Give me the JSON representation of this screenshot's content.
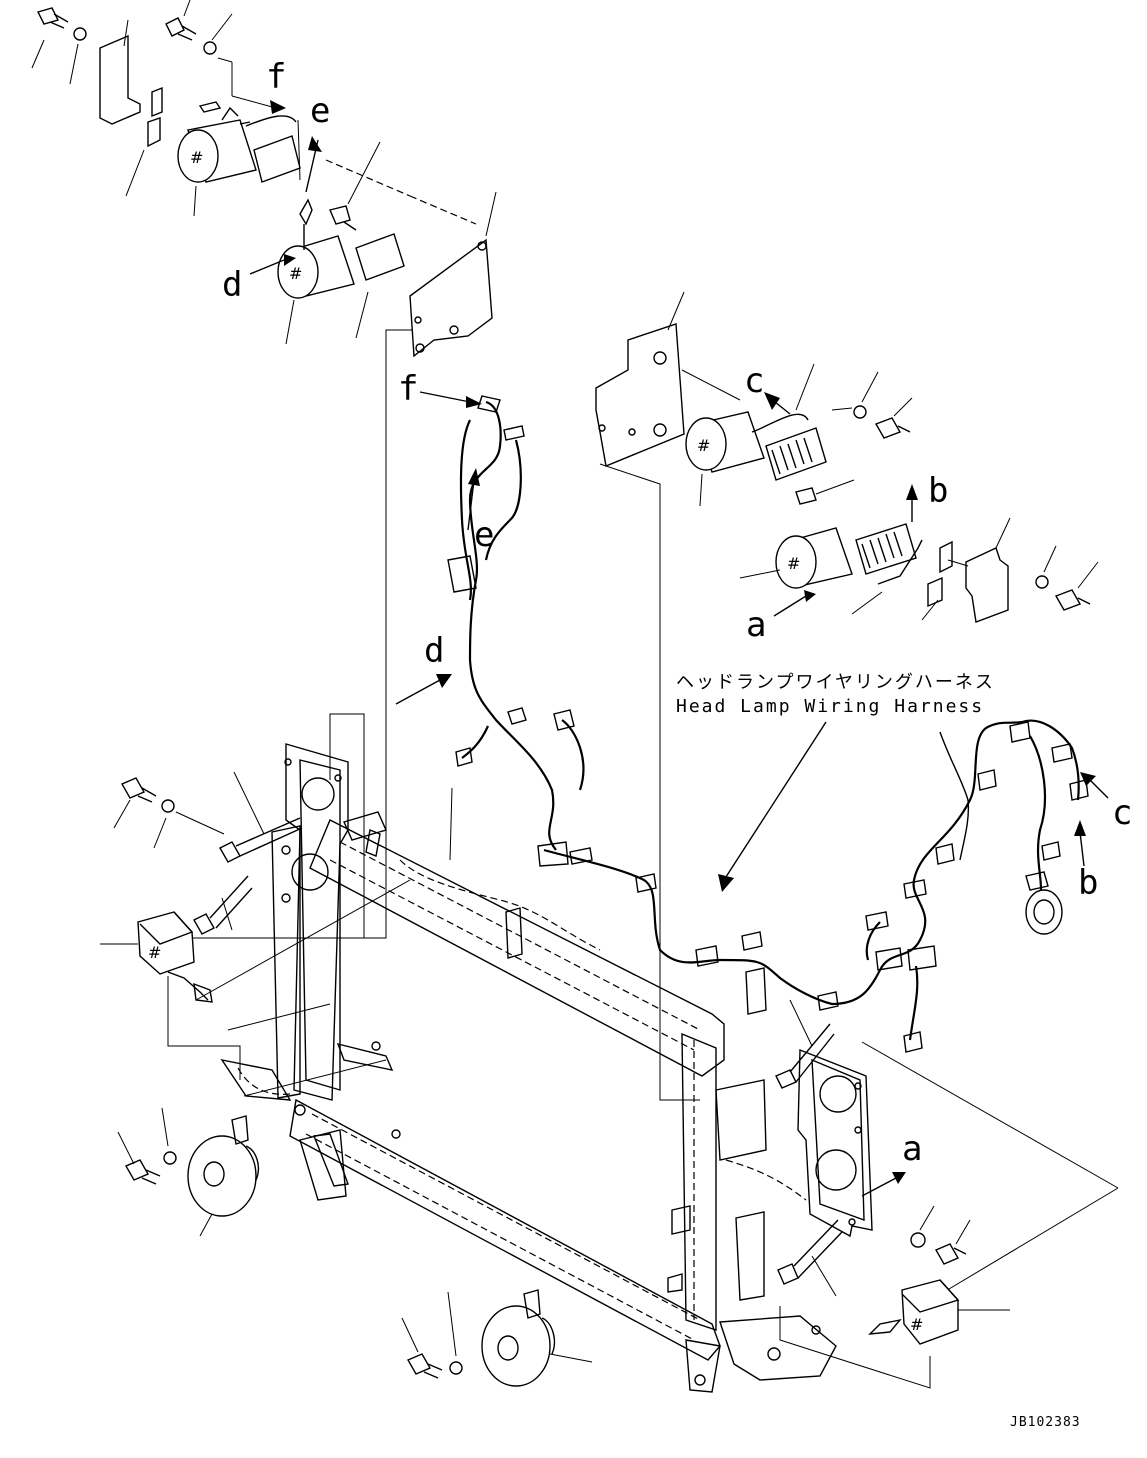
{
  "callouts": {
    "a1": "a",
    "a2": "a",
    "b1": "b",
    "b2": "b",
    "c1": "c",
    "c2": "c",
    "d1": "d",
    "d2": "d",
    "e1": "e",
    "e2": "e",
    "f1": "f",
    "f2": "f"
  },
  "harness_label": {
    "japanese": "ヘッドランプワイヤリングハーネス",
    "english": "Head Lamp Wiring Harness"
  },
  "part_mark": "#",
  "figure_code": "JB102383",
  "colors": {
    "line": "#000000",
    "background": "#ffffff"
  }
}
